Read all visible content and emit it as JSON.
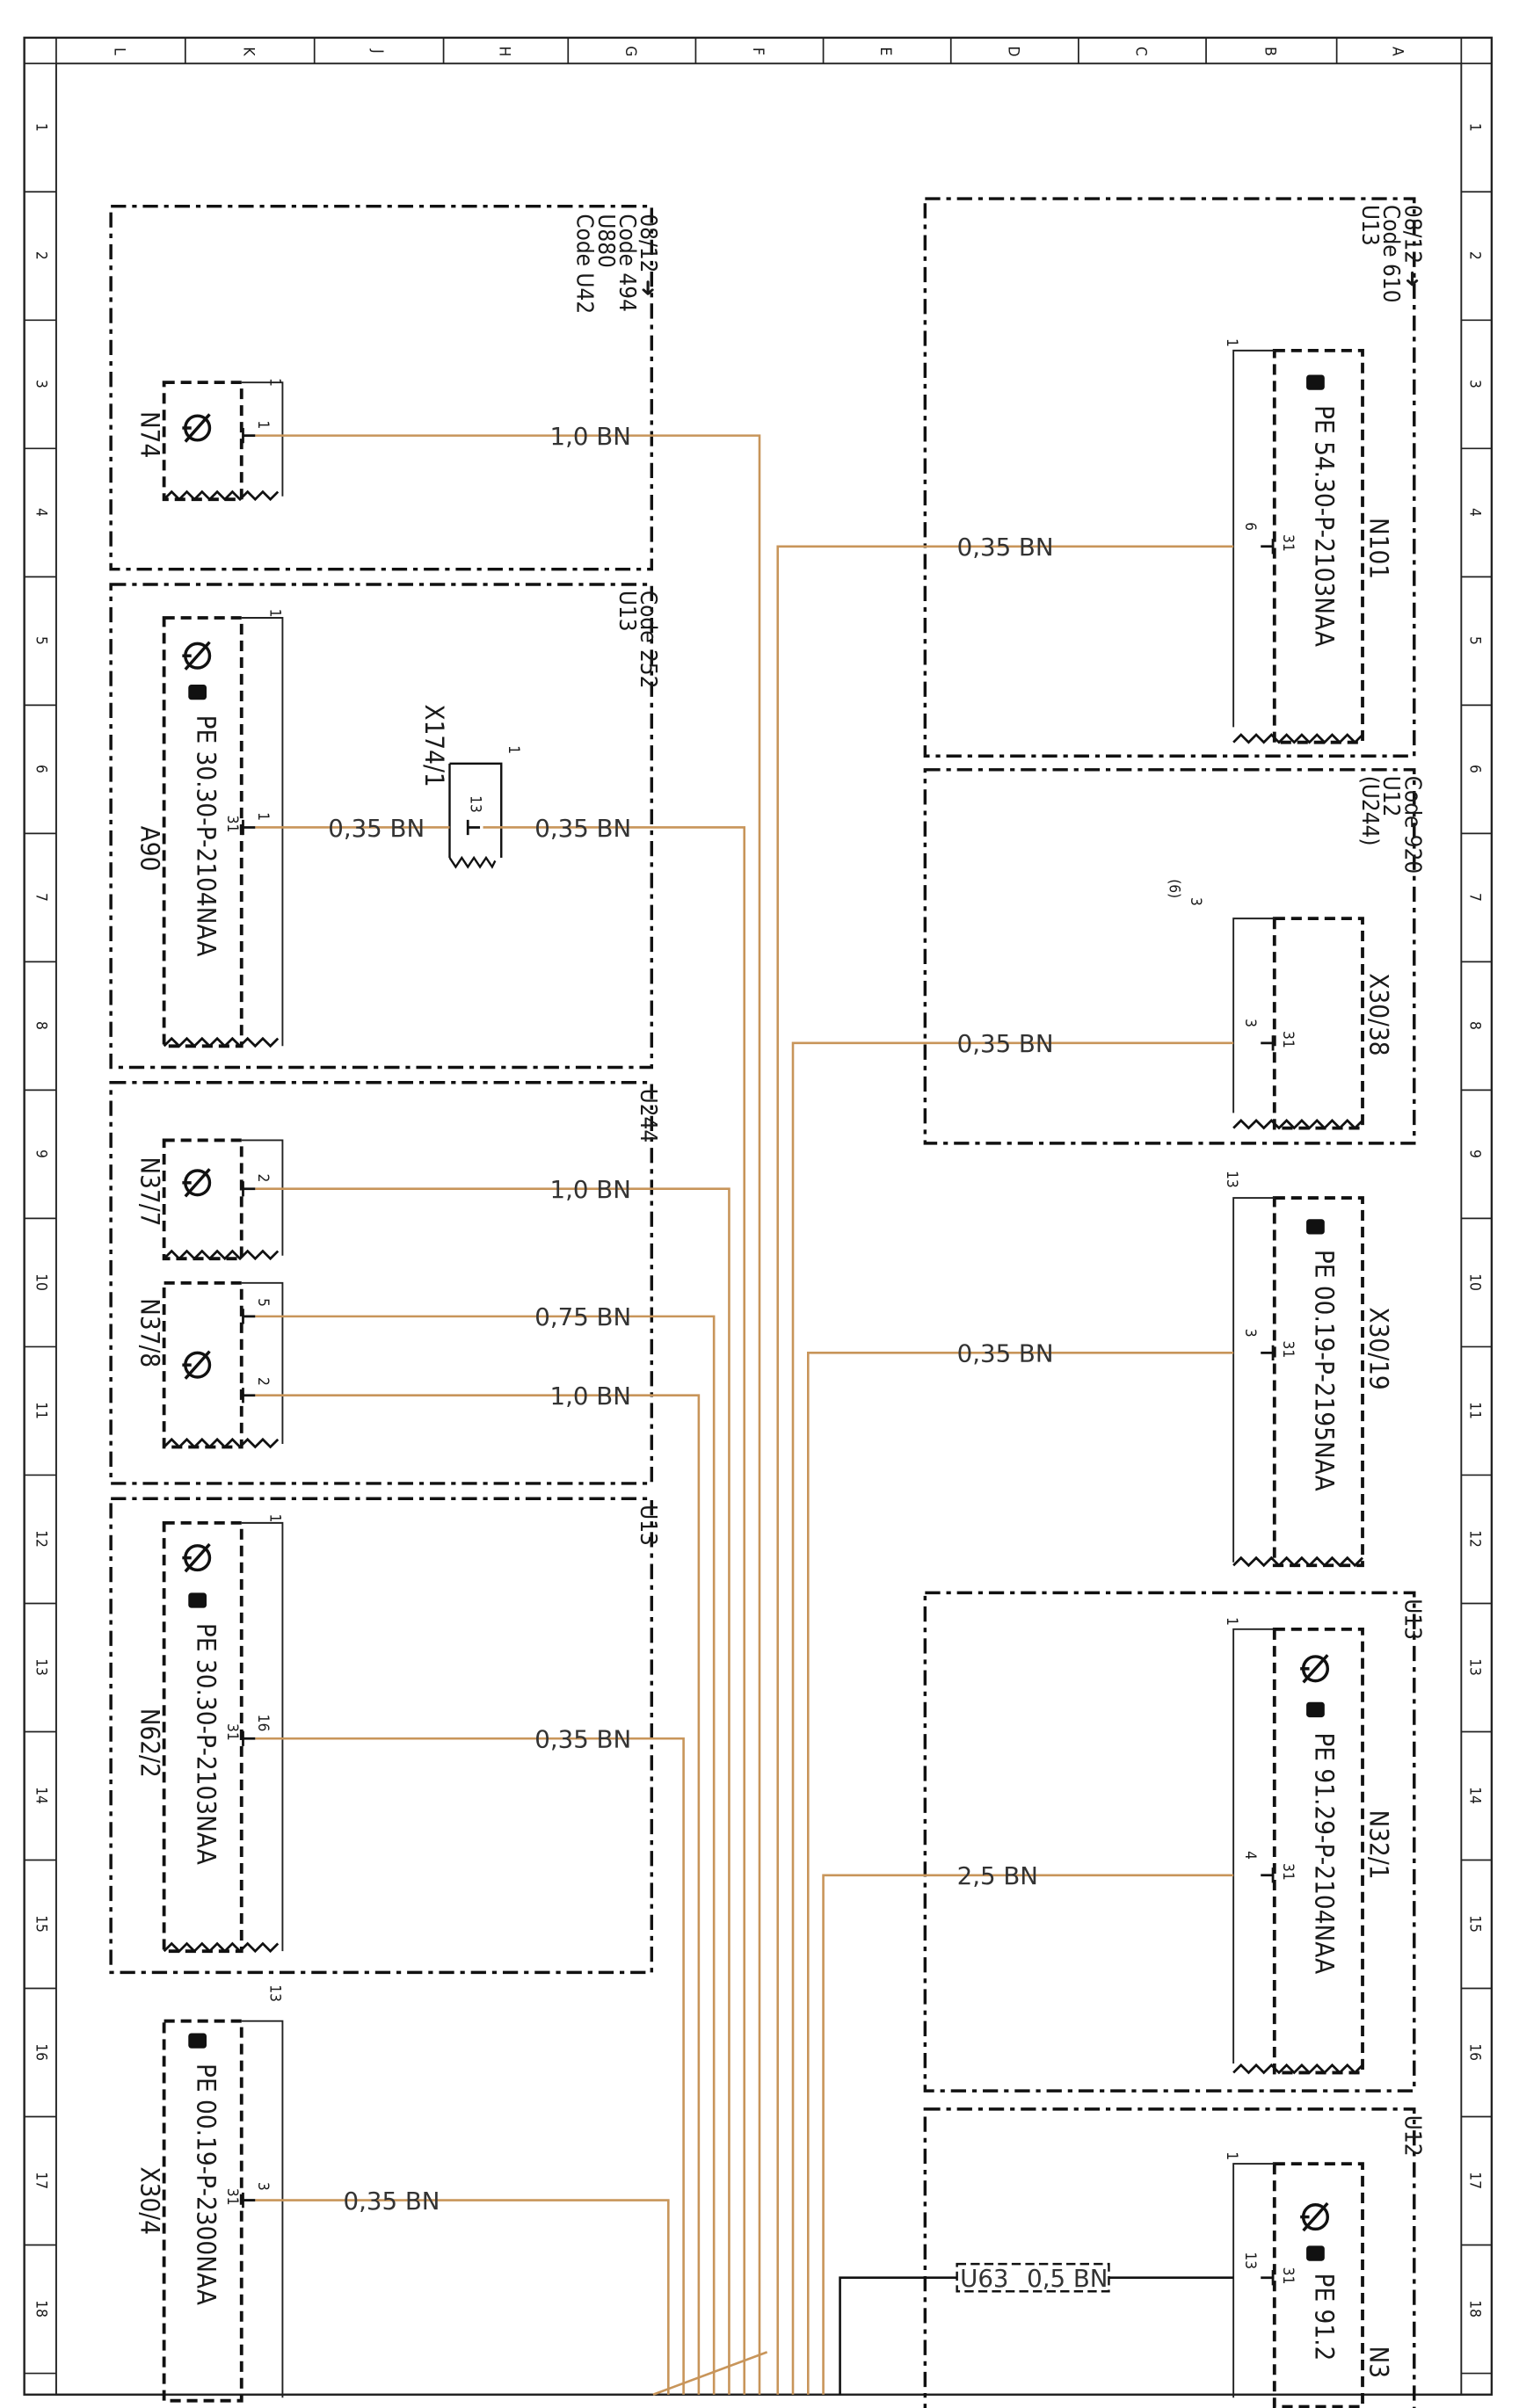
{
  "border": {
    "columns": [
      "L",
      "K",
      "J",
      "H",
      "G",
      "F",
      "E",
      "D",
      "C",
      "B",
      "A"
    ],
    "rows": [
      "1",
      "2",
      "3",
      "4",
      "5",
      "6",
      "7",
      "8",
      "9",
      "10",
      "11",
      "12",
      "13",
      "14",
      "15",
      "16",
      "17",
      "18"
    ]
  },
  "wire_color_hex": "#c8955a",
  "ground_symbol_icon": "ground-circle-icon",
  "reference_icon": "pointing-hand-icon",
  "boxes": {
    "box_n74": {
      "lines": [
        "08/12 ➜",
        "Code 494",
        "U880",
        "Code U42"
      ]
    },
    "box_a90": {
      "lines": [
        "Code 252",
        "U13"
      ]
    },
    "box_u244": {
      "lines": [
        "U244"
      ]
    },
    "box_n62": {
      "lines": [
        "U13"
      ]
    },
    "box_n101": {
      "lines": [
        "08/12 ➜",
        "Code 610",
        "U13"
      ]
    },
    "box_x3038": {
      "lines": [
        "Code 920",
        "U12",
        "(U244)"
      ]
    },
    "box_n321": {
      "lines": [
        "U13"
      ]
    },
    "box_n3x": {
      "lines": [
        "U12"
      ]
    }
  },
  "components": {
    "n74": {
      "name": "N74",
      "pin_count": "1",
      "pin": "1"
    },
    "a90": {
      "name": "A90",
      "ref": "PE 30.30-P-2104NAA",
      "pin_count": "1",
      "pin": "1",
      "gnd": "31"
    },
    "x1741": {
      "name": "X174/1",
      "pin_count": "1",
      "pin": "13"
    },
    "n377": {
      "name": "N37/7",
      "pin": "2"
    },
    "n378": {
      "name": "N37/8",
      "pin_a": "5",
      "pin_b": "2"
    },
    "n622": {
      "name": "N62/2",
      "ref": "PE 30.30-P-2103NAA",
      "pin_count": "1",
      "pin": "16",
      "gnd": "31"
    },
    "x304": {
      "name": "X30/4",
      "ref": "PE 00.19-P-2300NAA",
      "pin_count": "13",
      "pin": "3",
      "gnd": "31"
    },
    "n101": {
      "name": "N101",
      "ref": "PE 54.30-P-2103NAA",
      "pin_count": "1",
      "pin": "6",
      "gnd": "31"
    },
    "x3038": {
      "name": "X30/38",
      "pin_count": "3",
      "pin_count_alt": "(6)",
      "pin": "3",
      "gnd": "31"
    },
    "x3019": {
      "name": "X30/19",
      "ref": "PE 00.19-P-2195NAA",
      "pin_count": "13",
      "pin": "3",
      "gnd": "31"
    },
    "n321": {
      "name": "N32/1",
      "ref": "PE 91.29-P-2104NAA",
      "pin_count": "1",
      "pin": "4",
      "gnd": "31"
    },
    "n3x": {
      "name": "N3",
      "ref": "PE 91.2",
      "pin_count": "1",
      "pin": "13",
      "gnd": "31"
    }
  },
  "wires": {
    "w_n74": "1,0 BN",
    "w_a90a": "0,35 BN",
    "w_a90b": "0,35 BN",
    "w_n377": "1,0 BN",
    "w_n378a": "0,75 BN",
    "w_n378b": "1,0 BN",
    "w_n622": "0,35 BN",
    "w_x304": "0,35 BN",
    "w_n101": "0,35 BN",
    "w_x3038": "0,35 BN",
    "w_x3019": "0,35 BN",
    "w_n321": "2,5 BN",
    "w_n3x_code": "U63",
    "w_n3x": "0,5 BN"
  }
}
